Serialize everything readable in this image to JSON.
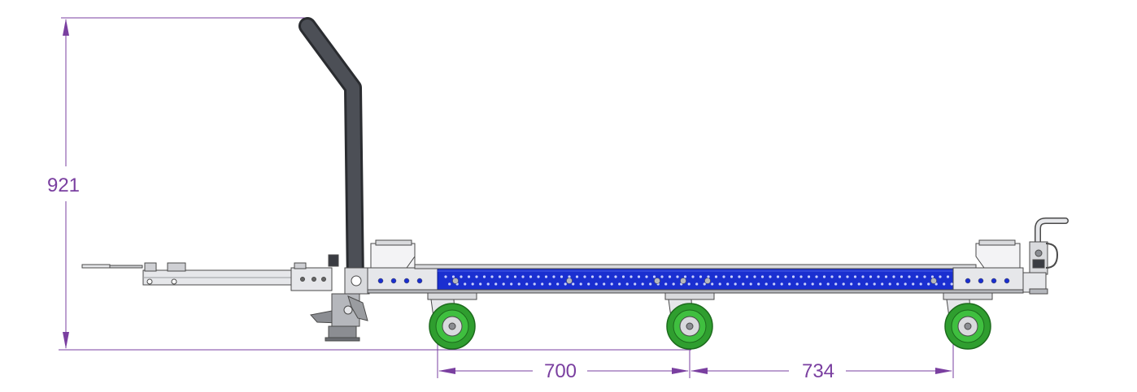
{
  "dimensions": {
    "height_total": "921",
    "wheel_spacing_left": "700",
    "wheel_spacing_right": "734"
  },
  "colors": {
    "dimension_line": "#7a3fa0",
    "frame_blue": "#1a2fd0",
    "frame_blue_dark": "#0c1a8a",
    "wheel_green": "#2f9e2f",
    "handle_dark": "#3a3c42",
    "steel_light": "#e6e7ea",
    "steel_mid": "#a9abb0",
    "outline": "#4a4a4a"
  }
}
